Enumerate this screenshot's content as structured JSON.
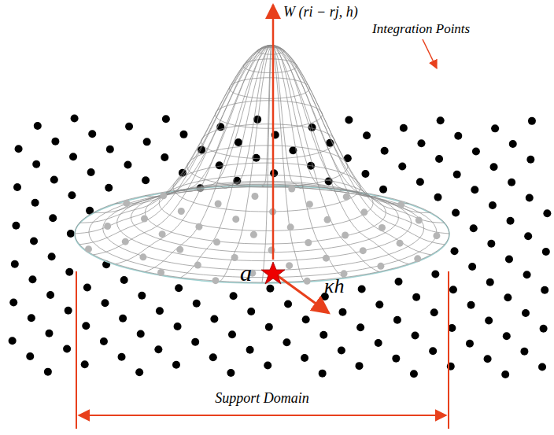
{
  "diagram": {
    "labels": [
      "W (ri − rj, h)",
      "Integration Points",
      "a",
      "κh",
      "Support Domain"
    ]
  }
}
